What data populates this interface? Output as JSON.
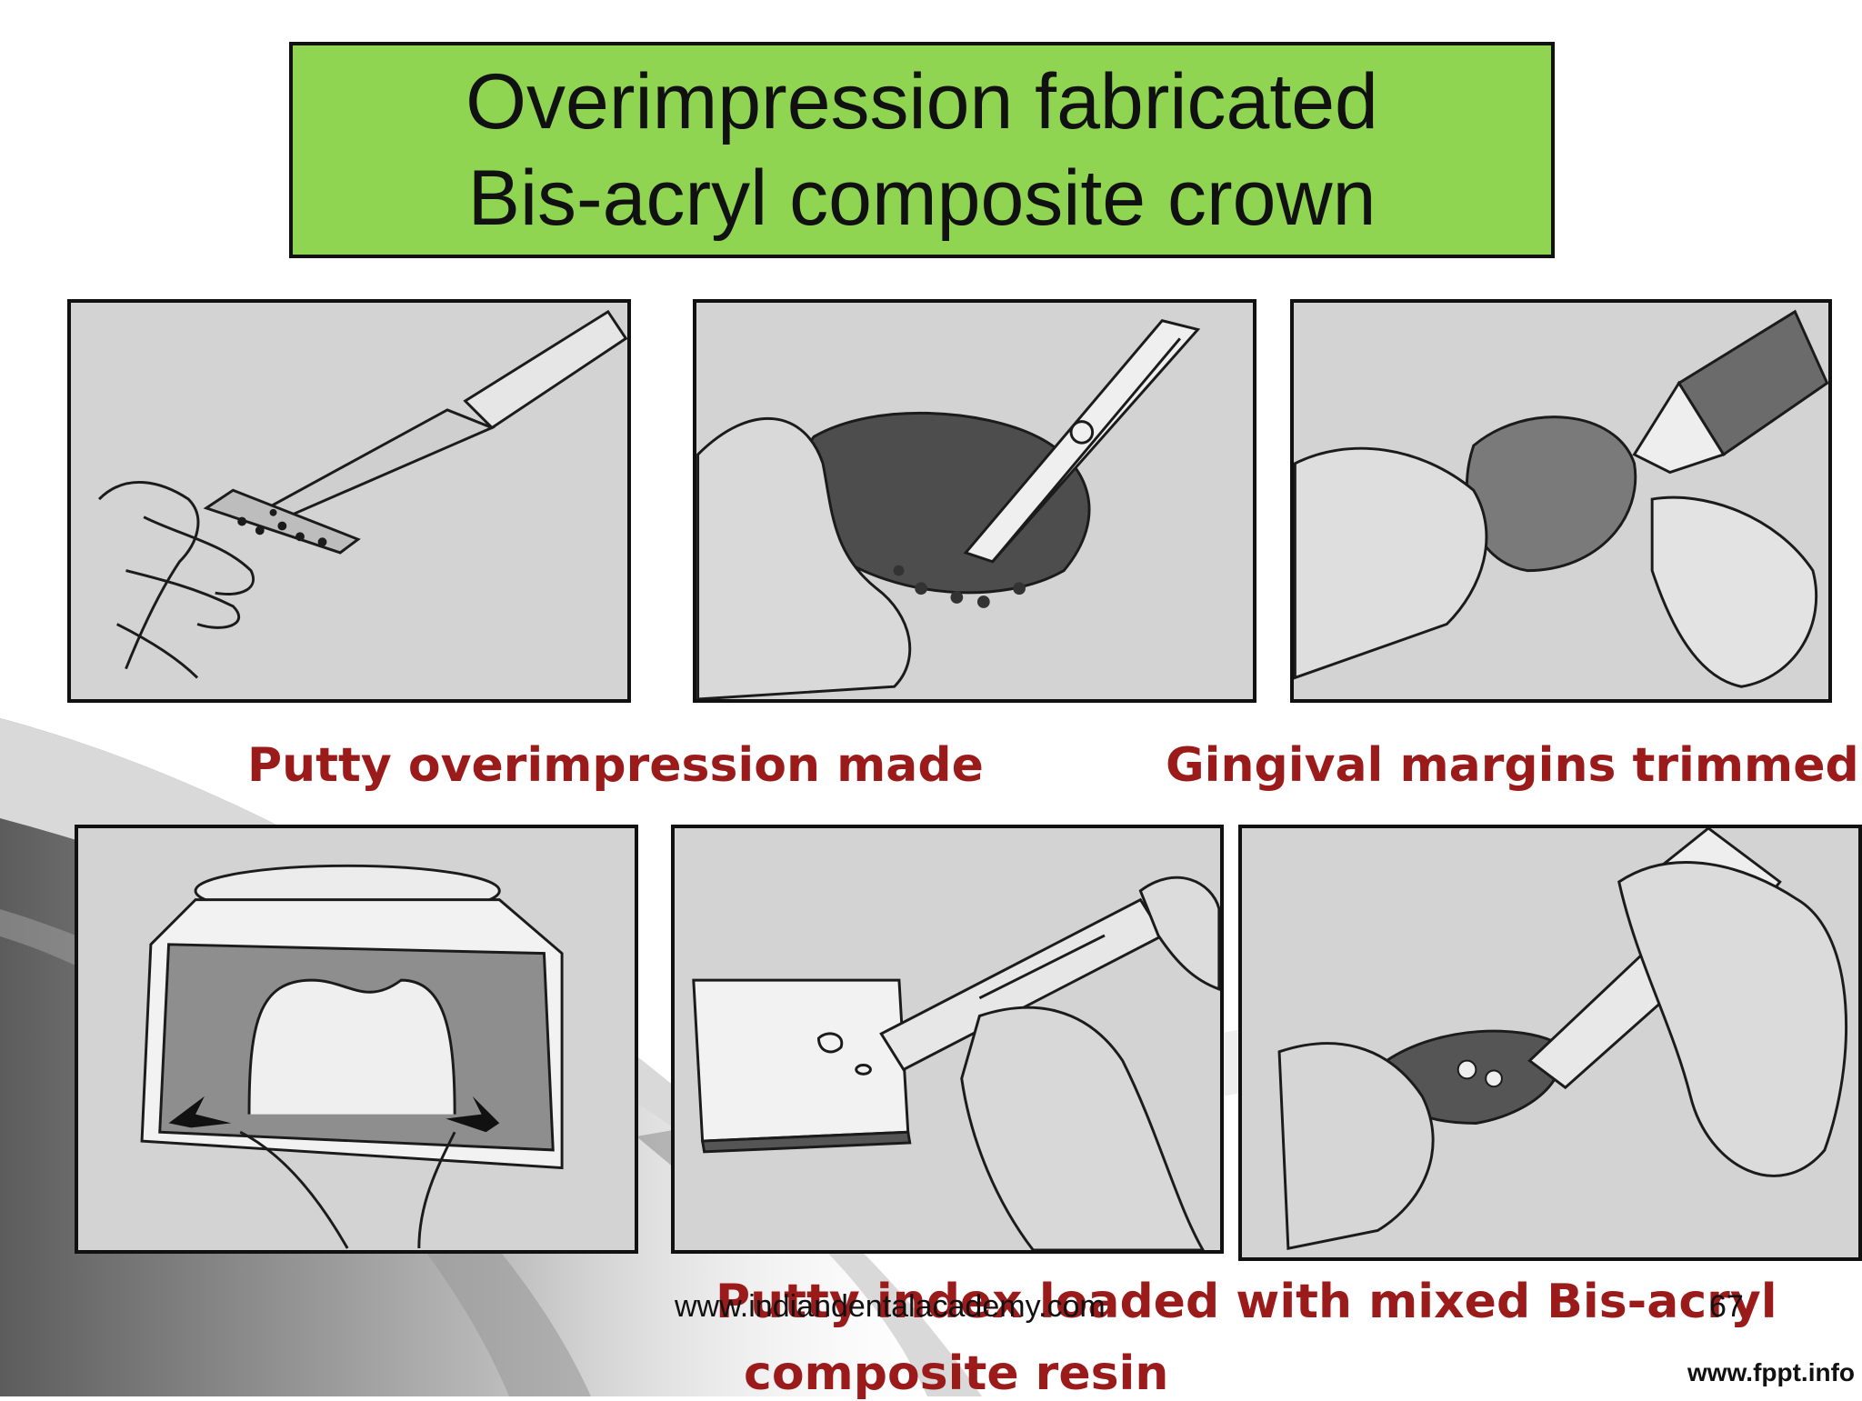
{
  "slide": {
    "title_line1": "Overimpression fabricated",
    "title_line2": "Bis-acryl composite crown"
  },
  "captions": {
    "top_left": "Putty overimpression made",
    "top_right": "Gingival margins trimmed",
    "bottom_line1": "Putty index loaded with mixed Bis-acryl",
    "bottom_line2": "composite resin"
  },
  "footer": {
    "website": "www.indiandentalacademy.com",
    "page_number": "67",
    "brand": "www.fppt.info"
  },
  "colors": {
    "title_background": "#8fd552",
    "caption_text": "#9b1b1b",
    "panel_background": "#d3d3d3"
  }
}
